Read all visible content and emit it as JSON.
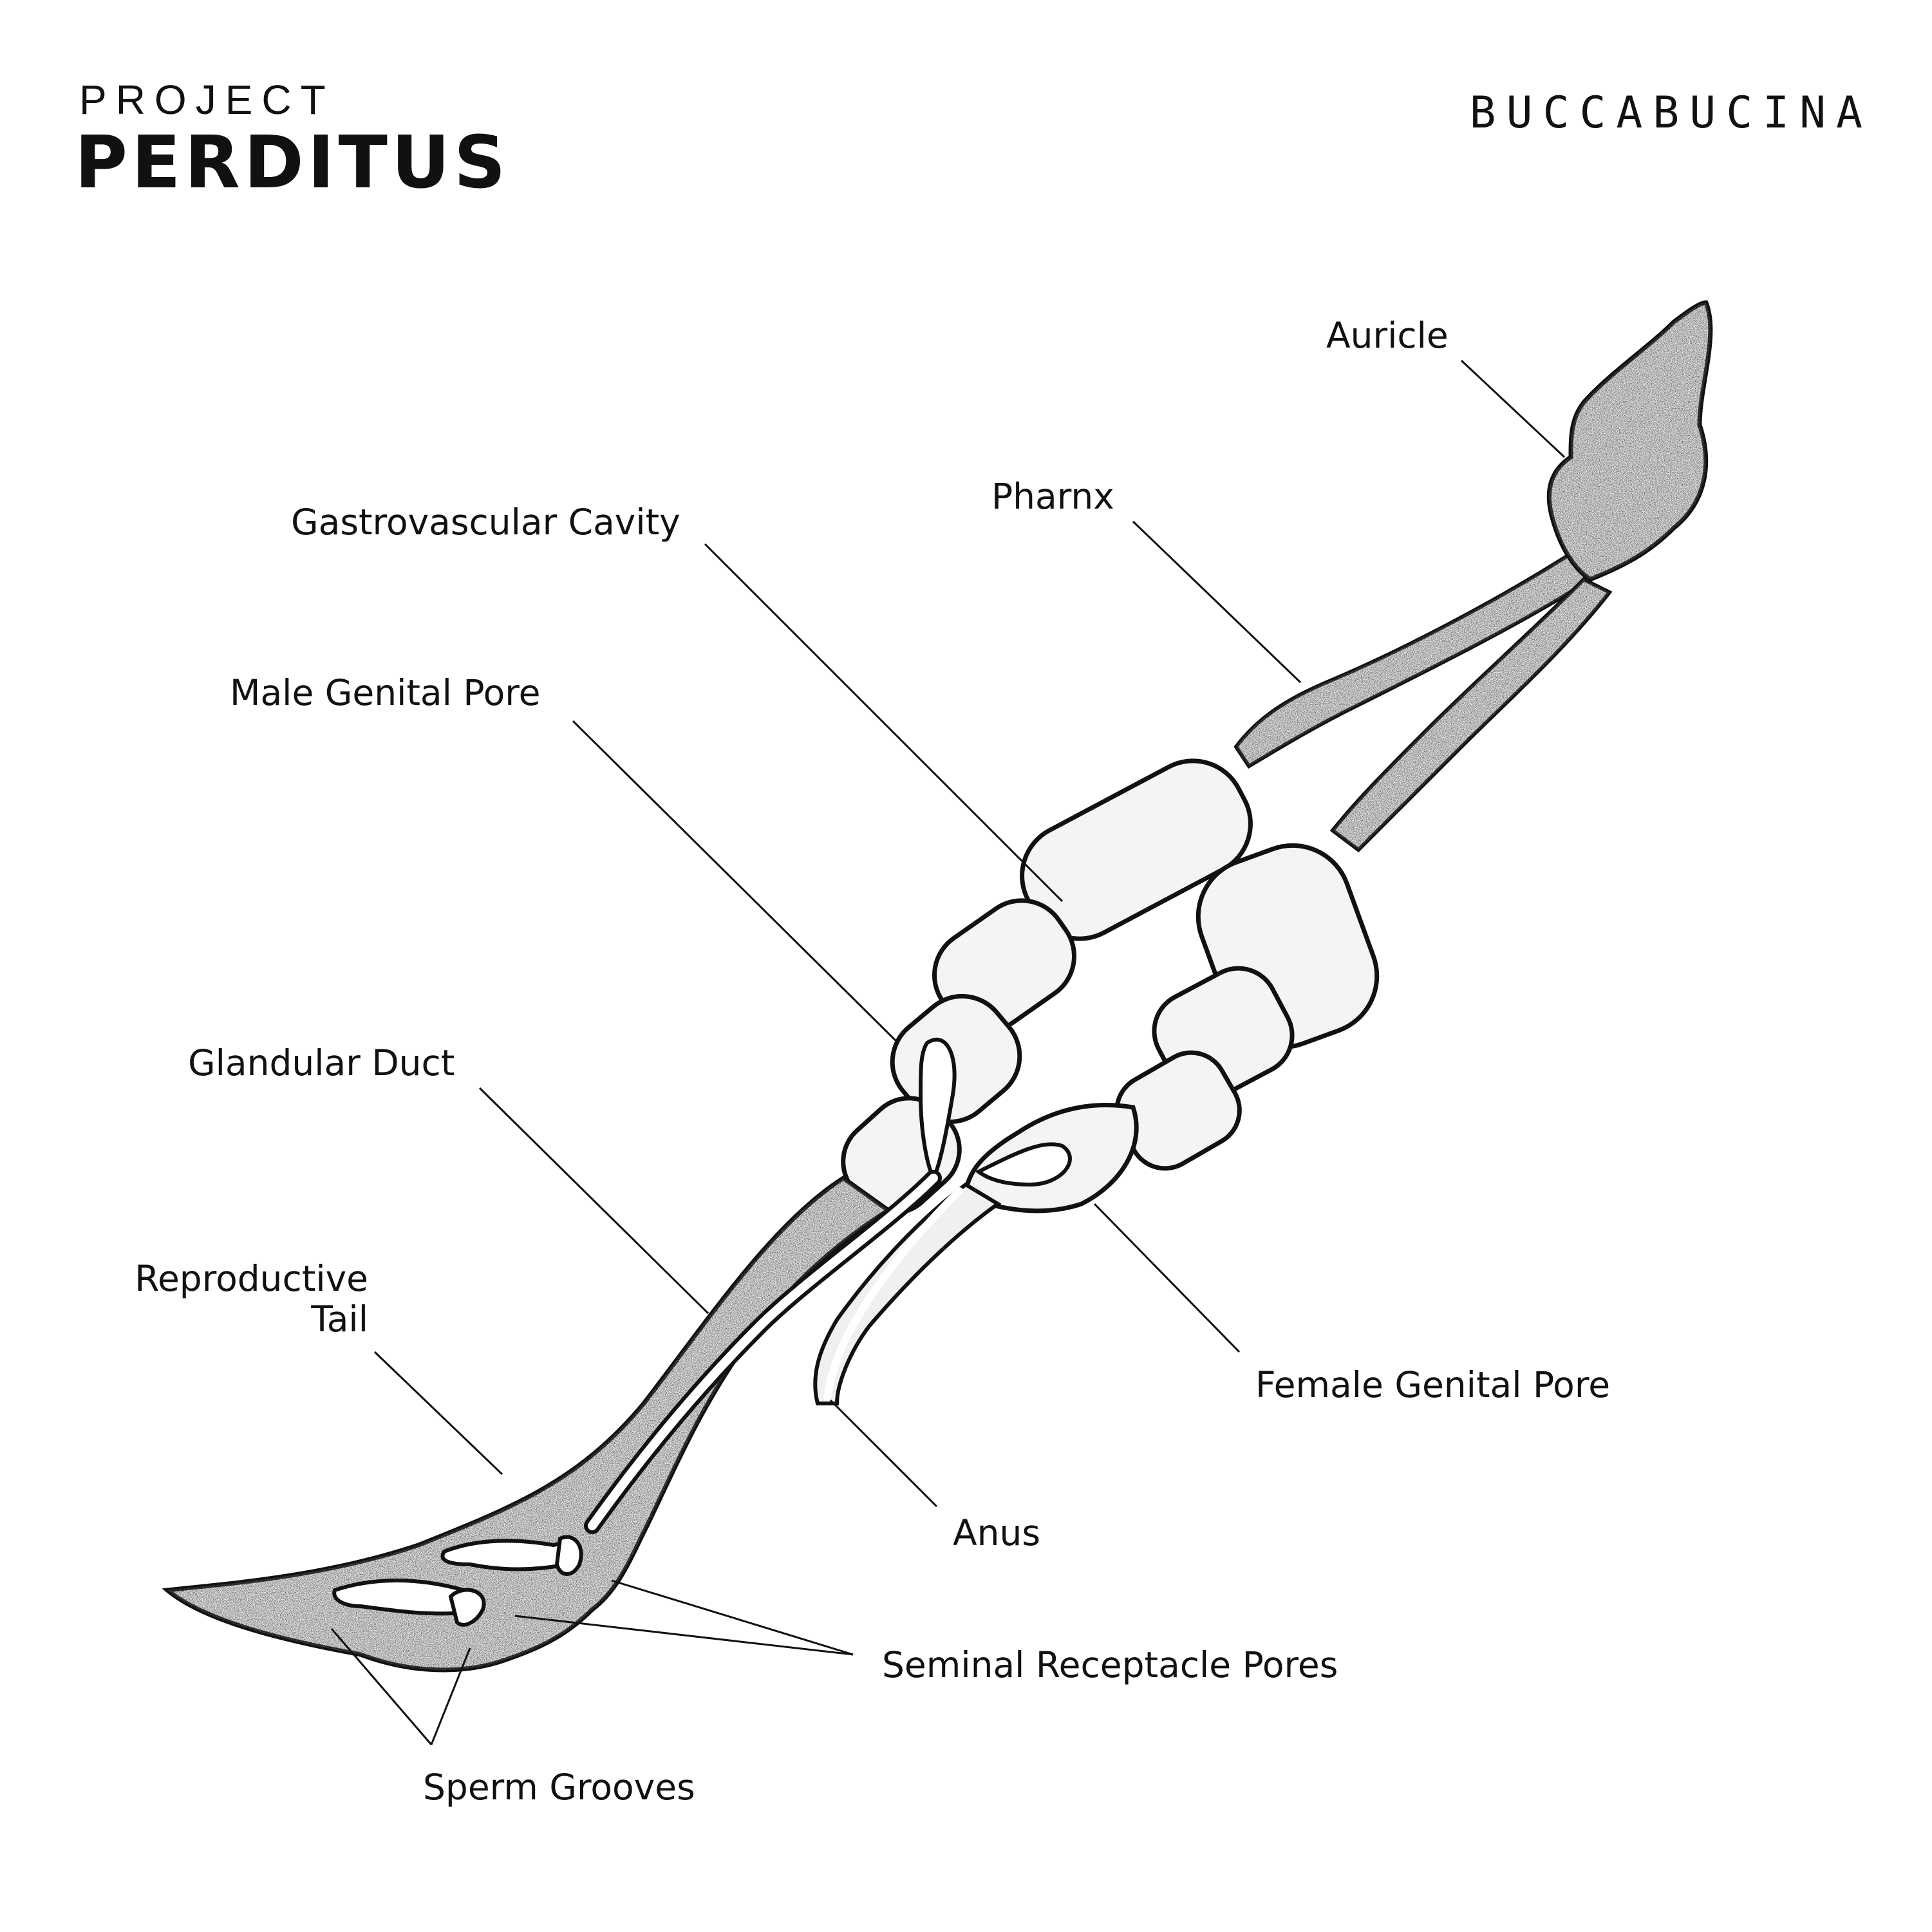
{
  "header": {
    "eyebrow": "PROJECT",
    "title": "PERDITUS",
    "species": "BUCCABUCINA"
  },
  "labels": {
    "auricle": "Auricle",
    "pharnx": "Pharnx",
    "gastrovascular_cavity": "Gastrovascular Cavity",
    "male_genital_pore": "Male Genital Pore",
    "glandular_duct": "Glandular Duct",
    "reproductive_tail_line1": "Reproductive",
    "reproductive_tail_line2": "Tail",
    "female_genital_pore": "Female Genital Pore",
    "anus": "Anus",
    "seminal_receptacle_pores": "Seminal Receptacle Pores",
    "sperm_grooves": "Sperm Grooves"
  },
  "colors": {
    "ink": "#111111",
    "paper": "#ffffff",
    "stipple": "#2a2a2a"
  }
}
